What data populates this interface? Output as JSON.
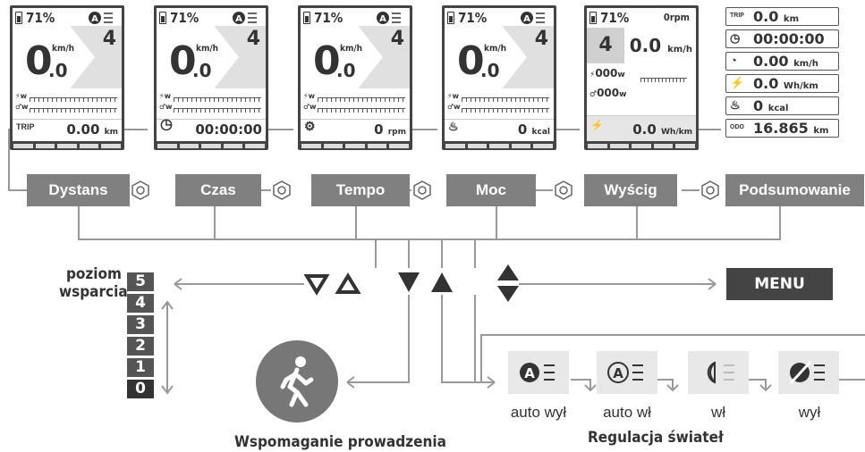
{
  "screens": {
    "battery": "71%",
    "speed_int": "0",
    "speed_dec": ".0",
    "speed_unit": "km/h",
    "gear": "4",
    "power_label": "w",
    "cadence_label": "w",
    "distance": {
      "icon_label": "TRIP",
      "value": "0.00",
      "unit": "km"
    },
    "time": {
      "value": "00:00:00"
    },
    "tempo": {
      "value": "0",
      "unit": "rpm"
    },
    "power": {
      "value": "0",
      "unit": "kcal"
    },
    "race": {
      "battery": "71%",
      "rpm_value": "0",
      "rpm_unit": "rpm",
      "gear": "4",
      "speed": "0.0",
      "speed_unit": "km/h",
      "power1": "000",
      "power1_unit": "w",
      "power2": "000",
      "power2_unit": "w",
      "energy": "0.0",
      "energy_unit": "Wh/km"
    },
    "summary": {
      "trip_icon_label": "TRIP",
      "trip": "0.0",
      "trip_unit": "km",
      "time": "00:00:00",
      "speed": "0.00",
      "speed_unit": "km/h",
      "energy": "0.0",
      "energy_unit": "Wh/km",
      "kcal": "0",
      "kcal_unit": "kcal",
      "odo_icon_label": "ODO",
      "odo": "16.865",
      "odo_unit": "km"
    }
  },
  "modes": [
    "Dystans",
    "Czas",
    "Tempo",
    "Moc",
    "Wyścig",
    "Podsumowanie"
  ],
  "assist": {
    "label_line1": "poziom",
    "label_line2": "wsparcia",
    "levels": [
      "5",
      "4",
      "3",
      "2",
      "1",
      "0"
    ]
  },
  "menu_label": "MENU",
  "walk_label": "Wspomaganie prowadzenia",
  "lights": {
    "title": "Regulacja świateł",
    "options": [
      "auto wył",
      "auto wł",
      "wł",
      "wył"
    ]
  },
  "colors": {
    "dark": "#444444",
    "mid": "#808080",
    "light": "#e0e0e0"
  }
}
